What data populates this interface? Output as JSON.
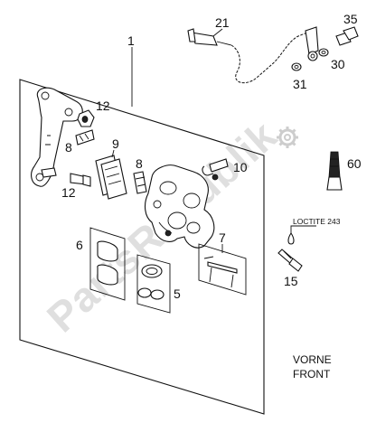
{
  "callouts": {
    "c1": "1",
    "c21": "21",
    "c35": "35",
    "c30": "30",
    "c31": "31",
    "c12a": "12",
    "c8a": "8",
    "c9": "9",
    "c8b": "8",
    "c10": "10",
    "c60": "60",
    "c12b": "12",
    "c6": "6",
    "c7": "7",
    "c5": "5",
    "c15": "15"
  },
  "loctite_label": "LOCTITE 243",
  "front_label": {
    "line1": "VORNE",
    "line2": "FRONT"
  },
  "watermark": "PartsRepublik",
  "colors": {
    "line": "#111111",
    "watermark": "#dcdcdc",
    "background": "#ffffff"
  }
}
